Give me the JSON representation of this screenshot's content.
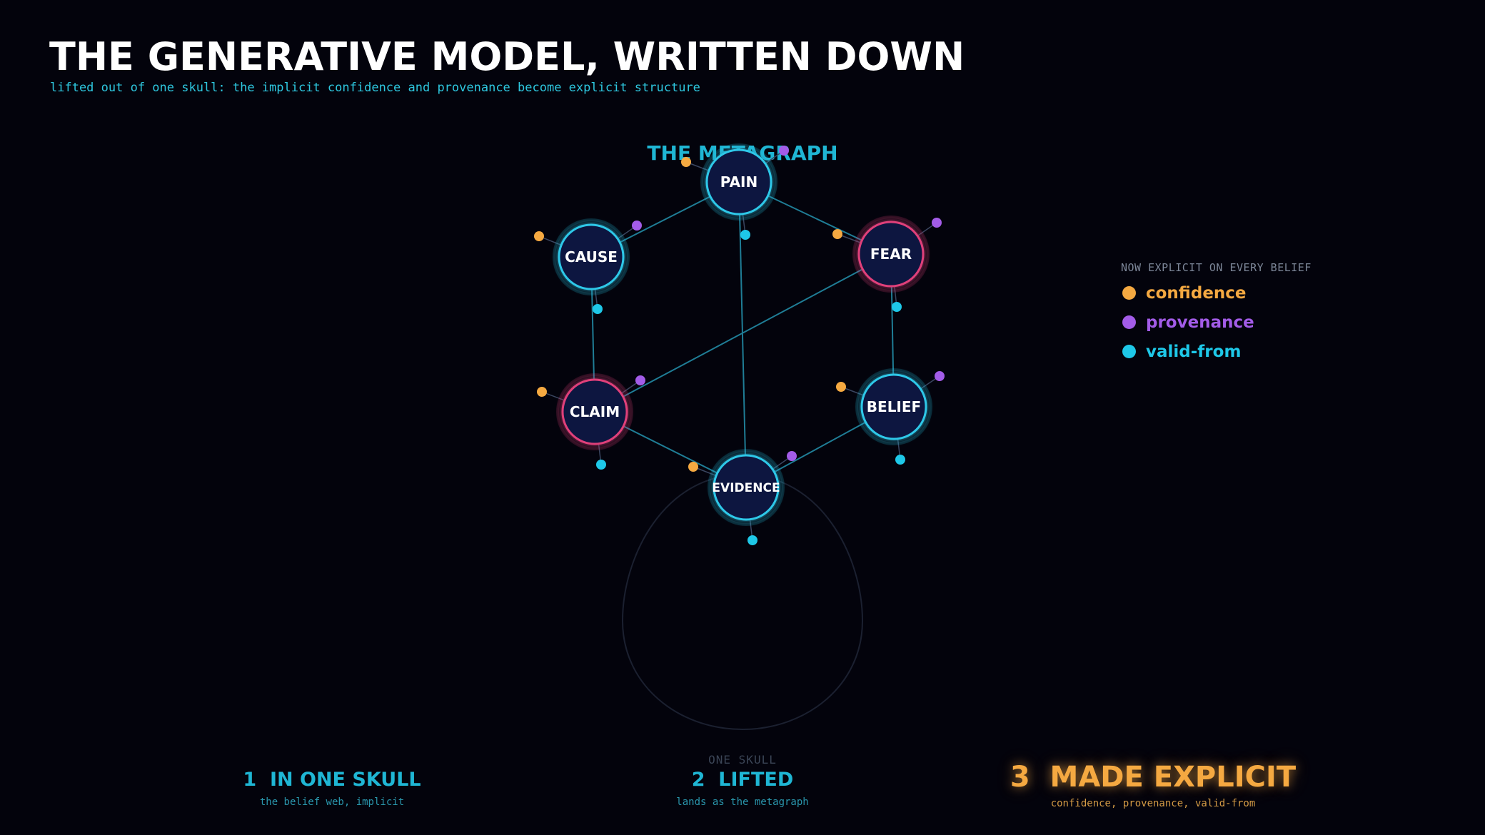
{
  "header": {
    "title": "THE GENERATIVE MODEL, WRITTEN DOWN",
    "subtitle": "lifted out of one skull: the implicit confidence and provenance become explicit structure"
  },
  "metagraph": {
    "title": "THE METAGRAPH",
    "nodes": [
      {
        "id": "pain",
        "label": "PAIN",
        "ring": "#2ec8e8"
      },
      {
        "id": "cause",
        "label": "CAUSE",
        "ring": "#2ec8e8"
      },
      {
        "id": "fear",
        "label": "FEAR",
        "ring": "#e0407a"
      },
      {
        "id": "claim",
        "label": "CLAIM",
        "ring": "#e0407a"
      },
      {
        "id": "belief",
        "label": "BELIEF",
        "ring": "#2ec8e8"
      },
      {
        "id": "evidence",
        "label": "EVIDENCE",
        "ring": "#2ec8e8"
      }
    ],
    "edges": [
      [
        "pain",
        "cause"
      ],
      [
        "pain",
        "fear"
      ],
      [
        "pain",
        "evidence"
      ],
      [
        "cause",
        "claim"
      ],
      [
        "fear",
        "belief"
      ],
      [
        "fear",
        "claim"
      ],
      [
        "claim",
        "evidence"
      ],
      [
        "belief",
        "evidence"
      ]
    ],
    "skull_label": "ONE SKULL"
  },
  "legend": {
    "heading": "NOW EXPLICIT ON EVERY BELIEF",
    "items": [
      {
        "label": "confidence",
        "color": "#f5a941"
      },
      {
        "label": "provenance",
        "color": "#a35ce8"
      },
      {
        "label": "valid-from",
        "color": "#1ec8e8"
      }
    ]
  },
  "steps": [
    {
      "title": "1  IN ONE SKULL",
      "sub": "the belief web, implicit"
    },
    {
      "title": "2  LIFTED",
      "sub": "lands as the metagraph"
    },
    {
      "title": "3  MADE EXPLICIT",
      "sub": "confidence, provenance, valid-from"
    }
  ],
  "colors": {
    "background": "#03030c",
    "edge": "#1f7d96",
    "node_fill": "#0b1240",
    "accent": "#1fb6d4"
  }
}
